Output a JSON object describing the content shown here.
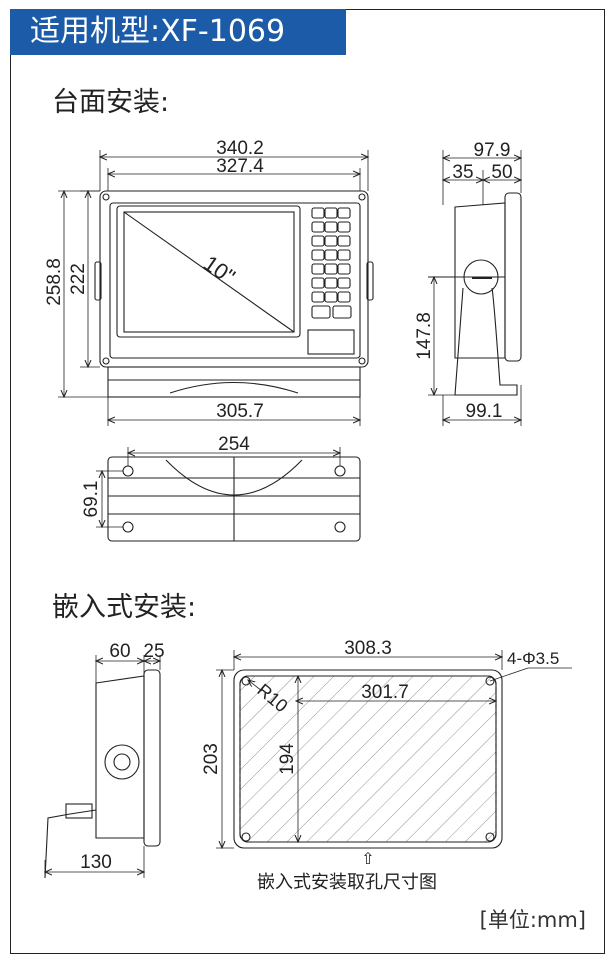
{
  "title": "适用机型:XF-1069",
  "sections": {
    "desk": "台面安装:",
    "flush": "嵌入式安装:"
  },
  "dimensions": {
    "width_outer": "340.2",
    "width_inner": "327.4",
    "height_outer": "258.8",
    "height_inner": "222",
    "screen": "10\"",
    "base_width": "305.7",
    "depth_total": "97.9",
    "depth_a": "35",
    "depth_b": "50",
    "bracket_height": "147.8",
    "base_depth": "99.1",
    "hole_span": "254",
    "hole_depth": "69.1",
    "flush_a": "60",
    "flush_b": "25",
    "flush_depth": "130",
    "cut_outer_w": "308.3",
    "cut_inner_w": "301.7",
    "holes": "4-Φ3.5",
    "radius": "R10",
    "cut_outer_h": "203",
    "cut_inner_h": "194"
  },
  "cutout_caption": "嵌入式安装取孔尺寸图",
  "cutout_arrow": "⇧",
  "unit": "[单位:mm]",
  "colors": {
    "title_bg": "#1b5ba8",
    "title_fg": "#ffffff",
    "line": "#222222"
  }
}
